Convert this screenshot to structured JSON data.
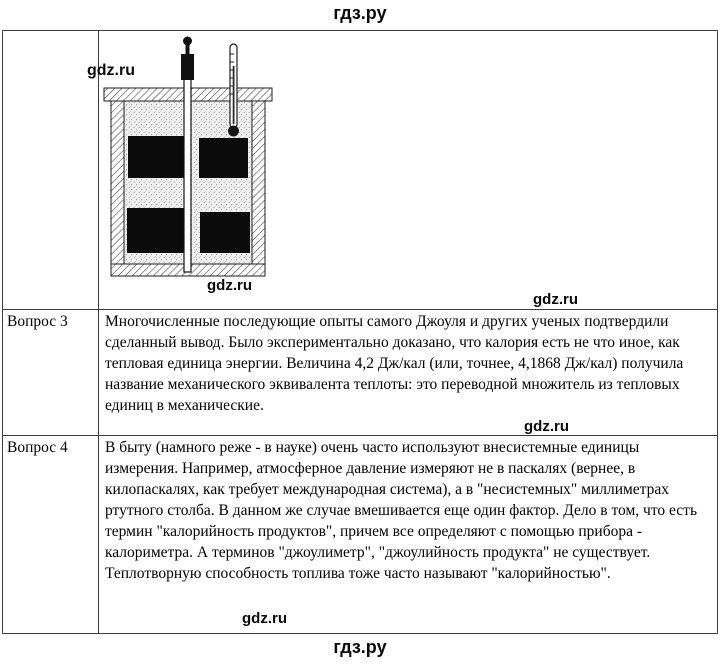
{
  "header": {
    "title": "гдз.ру"
  },
  "footer": {
    "title": "гдз.ру"
  },
  "watermark": {
    "text": "gdz.ru"
  },
  "figure": {
    "name": "joule-calorimeter-figure"
  },
  "qa": {
    "rows": [
      {
        "label": "Вопрос 3",
        "text": "Многочисленные последующие опыты самого Джоуля и других ученых подтвердили сделанный вывод. Было экспериментально доказано, что калория есть не что иное, как тепловая единица энергии. Величина 4,2 Дж/кал (или, точнее, 4,1868 Дж/кал) получила название механического эквивалента теплоты: это переводной множитель из тепловых единиц в механические."
      },
      {
        "label": "Вопрос 4",
        "text": "В быту (намного реже - в науке) очень часто используют внесистемные единицы измерения. Например, атмосферное давление измеряют не в паскалях (вернее, в килопаскалях, как требует международная система), а в \"несистемных\" миллиметрах ртутного столба. В данном же случае вмешивается еще один фактор. Дело в том, что есть термин \"калорийность продуктов\", причем все определяют с помощью прибора - калориметра. А терминов \"джоулиметр\", \"джоулийность продукта\" не существует. Теплотворную способность топлива тоже часто называют \"калорийностью\"."
      }
    ]
  }
}
